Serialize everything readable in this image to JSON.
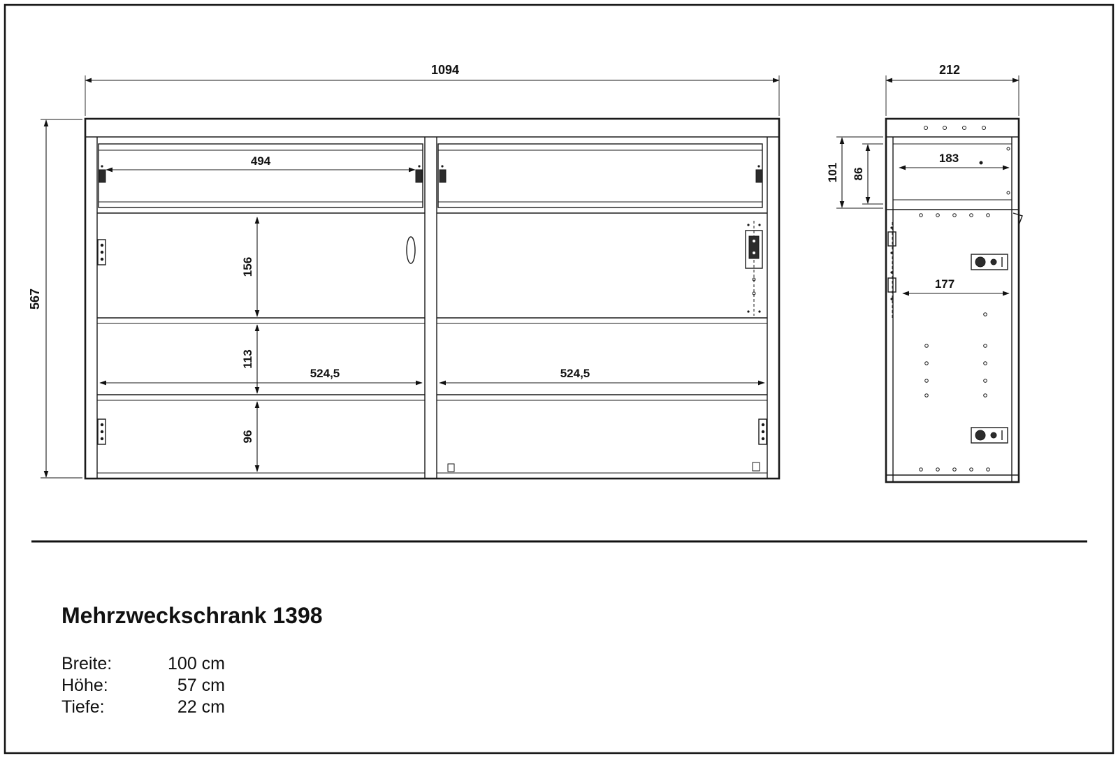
{
  "front_view": {
    "overall_width": "1094",
    "overall_height": "567",
    "drawer_opening_width": "494",
    "compartment_top_height": "156",
    "compartment_middle_height": "113",
    "compartment_bottom_height": "96",
    "section_width_left": "524,5",
    "section_width_right": "524,5"
  },
  "side_view": {
    "overall_depth": "212",
    "drawer_zone_height": "101",
    "drawer_front_height": "86",
    "drawer_depth": "183",
    "interior_depth": "177"
  },
  "footer": {
    "title": "Mehrzweckschrank 1398",
    "specs": [
      {
        "label": "Breite:",
        "value": "100 cm"
      },
      {
        "label": "Höhe:",
        "value": "57 cm"
      },
      {
        "label": "Tiefe:",
        "value": "22 cm"
      }
    ]
  }
}
